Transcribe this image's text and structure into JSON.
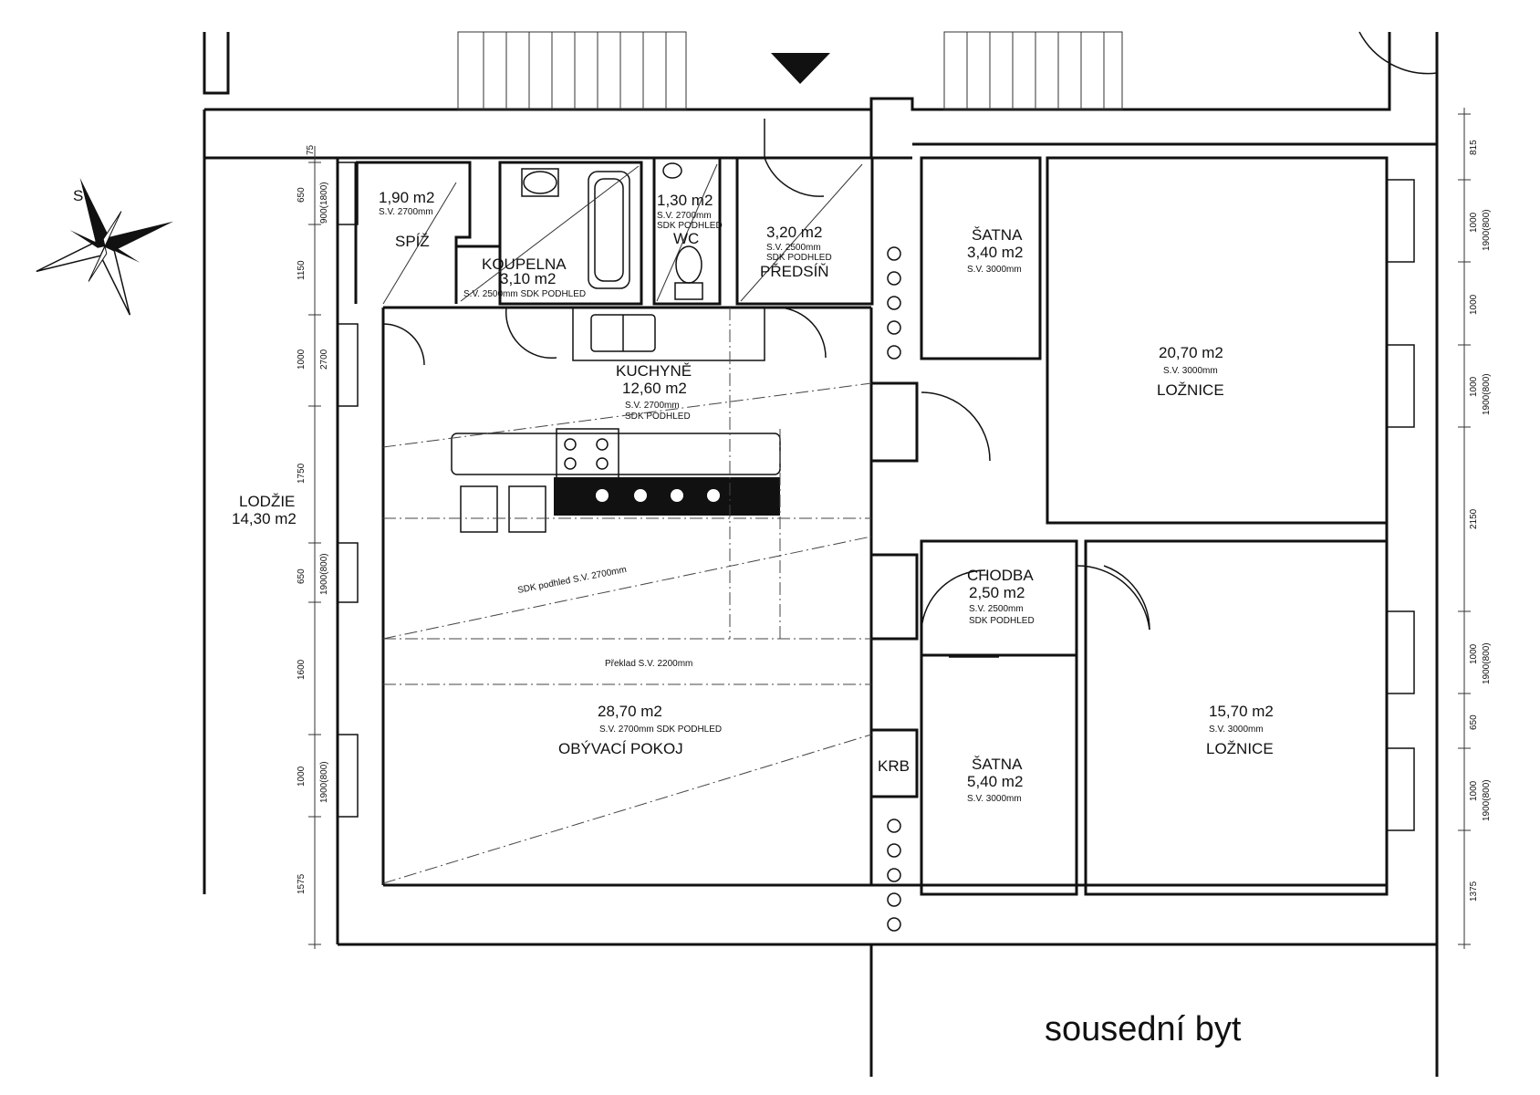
{
  "compass": {
    "label": "S"
  },
  "rooms": {
    "spiz": {
      "area": "1,90 m2",
      "sv": "S.V. 2700mm",
      "name": "SPÍŽ"
    },
    "koupelna": {
      "name": "KOUPELNA",
      "area": "3,10 m2",
      "sv": "S.V. 2500mm SDK PODHLED"
    },
    "wc": {
      "area": "1,30 m2",
      "sv": "S.V. 2700mm",
      "sdk": "SDK PODHLED",
      "name": "WC"
    },
    "predsin": {
      "area": "3,20 m2",
      "sv": "S.V. 2500mm",
      "sdk": "SDK PODHLED",
      "name": "PŘEDSÍŇ"
    },
    "kuchyne": {
      "name": "KUCHYNĚ",
      "area": "12,60 m2",
      "sv": "S.V. 2700mm",
      "sdk": "SDK PODHLED"
    },
    "satna1": {
      "name": "ŠATNA",
      "area": "3,40 m2",
      "sv": "S.V. 3000mm"
    },
    "loznice1": {
      "area": "20,70 m2",
      "sv": "S.V. 3000mm",
      "name": "LOŽNICE"
    },
    "lodzie": {
      "name": "LODŽIE",
      "area": "14,30 m2"
    },
    "chodba": {
      "name": "CHODBA",
      "area": "2,50 m2",
      "sv": "S.V. 2500mm",
      "sdk": "SDK PODHLED"
    },
    "obyvaci": {
      "area": "28,70 m2",
      "sv": "S.V. 2700mm SDK PODHLED",
      "name": "OBÝVACÍ POKOJ"
    },
    "krb": {
      "name": "KRB"
    },
    "satna2": {
      "name": "ŠATNA",
      "area": "5,40 m2",
      "sv": "S.V. 3000mm"
    },
    "loznice2": {
      "area": "15,70 m2",
      "sv": "S.V. 3000mm",
      "name": "LOŽNICE"
    }
  },
  "notes": {
    "sdk_podhled": "SDK podhled S.V. 2700mm",
    "preklad": "Překlad S.V. 2200mm",
    "neighbour": "sousední byt"
  },
  "dimensions": {
    "left": [
      "75",
      "650",
      "1150",
      "1000",
      "1750",
      "650",
      "1600",
      "1000",
      "1575"
    ],
    "left_windows": [
      "900(1800)",
      "2700",
      "1900(800)",
      "1900(800)"
    ],
    "right": [
      "815",
      "1000",
      "1000",
      "1000",
      "2150",
      "1000",
      "650",
      "1000",
      "1375"
    ],
    "right_windows": [
      "1900(800)",
      "1900(800)",
      "1900(800)",
      "1900(800)"
    ]
  }
}
